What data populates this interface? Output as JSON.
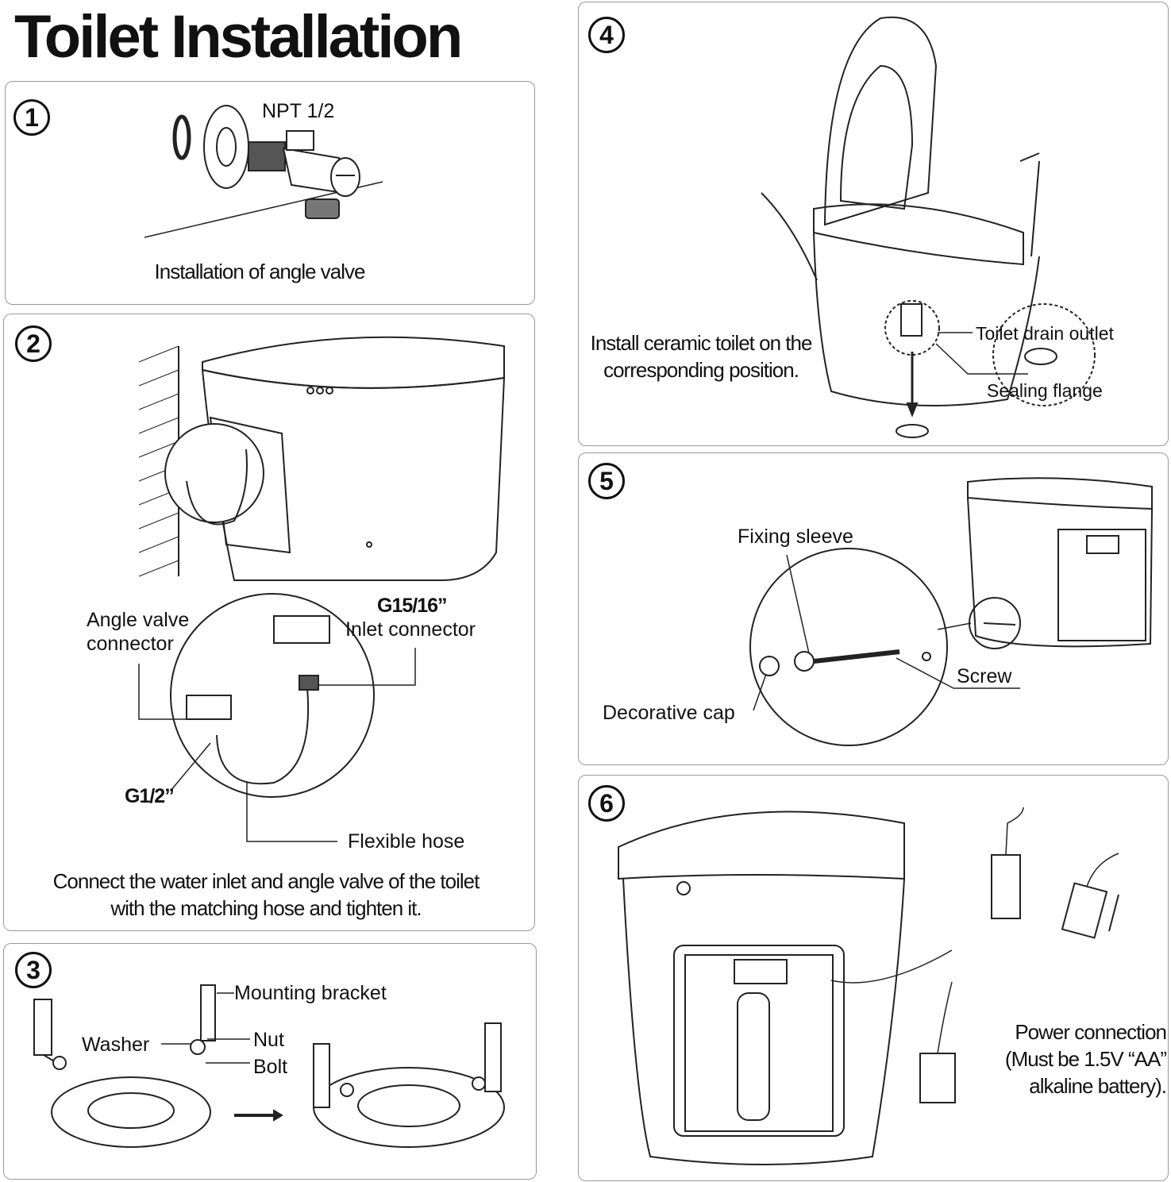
{
  "title": "Toilet Installation",
  "steps": [
    {
      "number": "1",
      "labels": {
        "npt": "NPT 1/2"
      },
      "caption": "Installation of angle valve"
    },
    {
      "number": "2",
      "labels": {
        "g15": "G15/16”",
        "inlet": "Inlet connector",
        "angle": "Angle valve\nconnector",
        "g12": "G1/2”",
        "hose": "Flexible hose"
      },
      "caption": "Connect the water inlet and angle valve of the toilet\nwith the matching hose and tighten it."
    },
    {
      "number": "3",
      "labels": {
        "bracket": "Mounting bracket",
        "washer": "Washer",
        "nut": "Nut",
        "bolt": "Bolt"
      }
    },
    {
      "number": "4",
      "labels": {
        "drain": "Toilet drain outlet",
        "flange": "Sealing flange"
      },
      "caption": "Install ceramic toilet on the\ncorresponding position."
    },
    {
      "number": "5",
      "labels": {
        "sleeve": "Fixing sleeve",
        "screw": "Screw",
        "cap": "Decorative cap"
      }
    },
    {
      "number": "6",
      "caption": "Power connection\n(Must be 1.5V “AA”\nalkaline battery)."
    }
  ]
}
